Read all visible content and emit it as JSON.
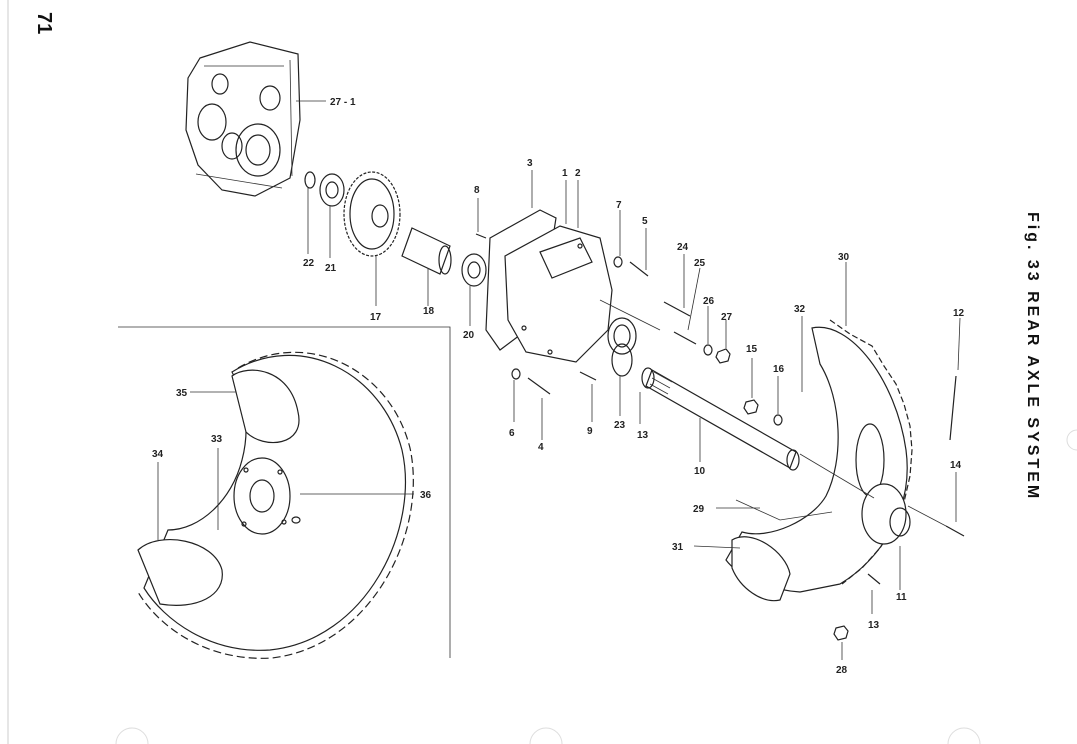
{
  "page": {
    "page_number": "71",
    "figure_title": "Fig. 33  REAR AXLE SYSTEM"
  },
  "callouts": [
    {
      "id": "c27-1",
      "text": "27 - 1"
    },
    {
      "id": "c22",
      "text": "22"
    },
    {
      "id": "c21",
      "text": "21"
    },
    {
      "id": "c17",
      "text": "17"
    },
    {
      "id": "c18",
      "text": "18"
    },
    {
      "id": "c20",
      "text": "20"
    },
    {
      "id": "c8",
      "text": "8"
    },
    {
      "id": "c3",
      "text": "3"
    },
    {
      "id": "c1",
      "text": "1"
    },
    {
      "id": "c2",
      "text": "2"
    },
    {
      "id": "c7",
      "text": "7"
    },
    {
      "id": "c5",
      "text": "5"
    },
    {
      "id": "c24",
      "text": "24"
    },
    {
      "id": "c25",
      "text": "25"
    },
    {
      "id": "c26",
      "text": "26"
    },
    {
      "id": "c27",
      "text": "27"
    },
    {
      "id": "c30",
      "text": "30"
    },
    {
      "id": "c32",
      "text": "32"
    },
    {
      "id": "c12",
      "text": "12"
    },
    {
      "id": "c15",
      "text": "15"
    },
    {
      "id": "c16",
      "text": "16"
    },
    {
      "id": "c6",
      "text": "6"
    },
    {
      "id": "c4",
      "text": "4"
    },
    {
      "id": "c9",
      "text": "9"
    },
    {
      "id": "c23",
      "text": "23"
    },
    {
      "id": "c13a",
      "text": "13"
    },
    {
      "id": "c10",
      "text": "10"
    },
    {
      "id": "c14",
      "text": "14"
    },
    {
      "id": "c29",
      "text": "29"
    },
    {
      "id": "c31",
      "text": "31"
    },
    {
      "id": "c11",
      "text": "11"
    },
    {
      "id": "c13b",
      "text": "13"
    },
    {
      "id": "c28",
      "text": "28"
    },
    {
      "id": "c35",
      "text": "35"
    },
    {
      "id": "c33",
      "text": "33"
    },
    {
      "id": "c34",
      "text": "34"
    },
    {
      "id": "c36",
      "text": "36"
    }
  ]
}
